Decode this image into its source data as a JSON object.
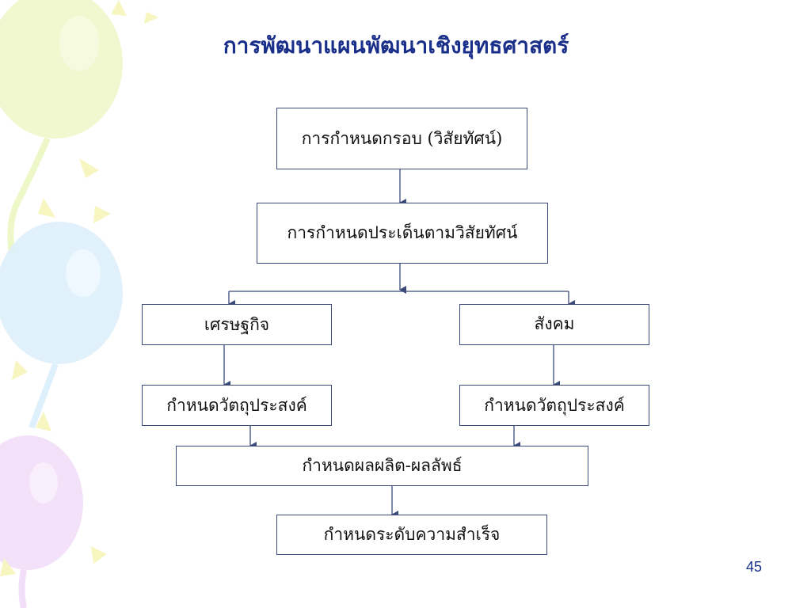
{
  "slide": {
    "title": "การพัฒนาแผนพัฒนาเชิงยุทธศาสตร์",
    "page_number": "45"
  },
  "diagram": {
    "nodes": {
      "framework": "การกำหนดกรอบ (วิสัยทัศน์)",
      "issues": "การกำหนดประเด็นตามวิสัยทัศน์",
      "economy": "เศรษฐกิจ",
      "society": "สังคม",
      "objective_left": "กำหนดวัตถุประสงค์",
      "objective_right": "กำหนดวัตถุประสงค์",
      "outputs": "กำหนดผลผลิต-ผลลัพธ์",
      "success": "กำหนดระดับความสำเร็จ"
    },
    "edges": [
      [
        "framework",
        "issues"
      ],
      [
        "issues",
        "economy"
      ],
      [
        "issues",
        "society"
      ],
      [
        "economy",
        "objective_left"
      ],
      [
        "society",
        "objective_right"
      ],
      [
        "objective_left",
        "outputs"
      ],
      [
        "objective_right",
        "outputs"
      ],
      [
        "outputs",
        "success"
      ]
    ],
    "colors": {
      "title": "#1a2f8a",
      "box_border": "#3a4a7a",
      "arrow": "#3a4a7a"
    }
  },
  "decorations": {
    "background_icon": "balloon-icon"
  }
}
